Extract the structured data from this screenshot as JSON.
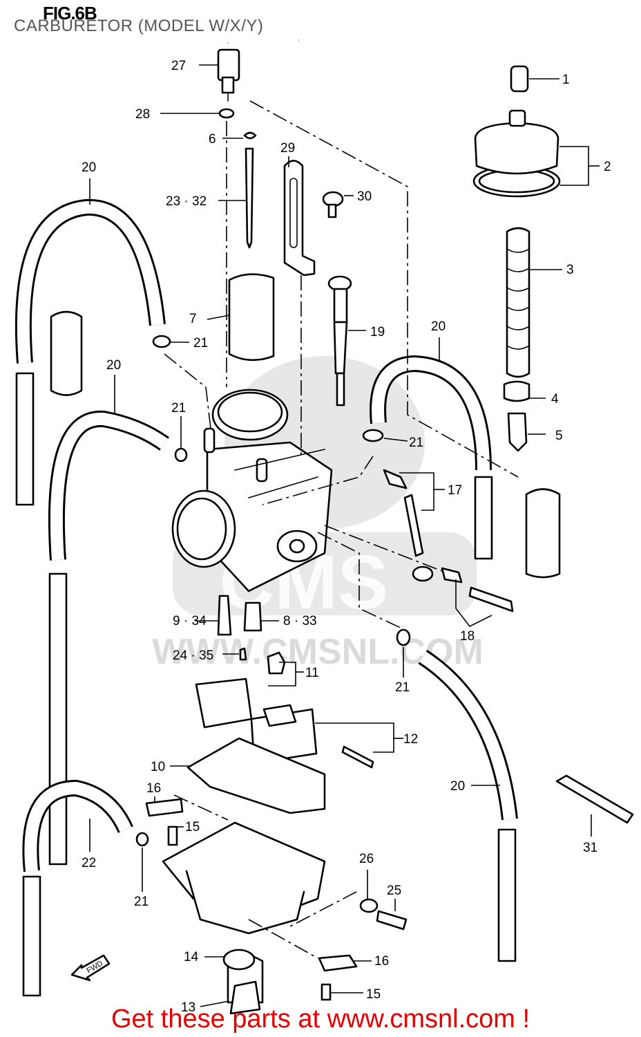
{
  "figure": {
    "title": "FIG.6B",
    "subtitle": "CARBURETOR (MODEL W/X/Y)"
  },
  "watermark": {
    "text": "WWW.CMSNL.COM",
    "brand": "CMS",
    "color": "#bdbdbd"
  },
  "labels": [
    {
      "id": "27",
      "text": "27"
    },
    {
      "id": "28",
      "text": "28"
    },
    {
      "id": "6",
      "text": "6"
    },
    {
      "id": "29",
      "text": "29"
    },
    {
      "id": "30",
      "text": "30"
    },
    {
      "id": "23-32",
      "text": "23 · 32"
    },
    {
      "id": "1",
      "text": "1"
    },
    {
      "id": "2",
      "text": "2"
    },
    {
      "id": "3",
      "text": "3"
    },
    {
      "id": "20a",
      "text": "20"
    },
    {
      "id": "7",
      "text": "7"
    },
    {
      "id": "21a",
      "text": "21"
    },
    {
      "id": "19",
      "text": "19"
    },
    {
      "id": "20b",
      "text": "20"
    },
    {
      "id": "20c",
      "text": "20"
    },
    {
      "id": "4",
      "text": "4"
    },
    {
      "id": "5",
      "text": "5"
    },
    {
      "id": "21b",
      "text": "21"
    },
    {
      "id": "21c",
      "text": "21"
    },
    {
      "id": "17",
      "text": "17"
    },
    {
      "id": "9-34",
      "text": "9 · 34"
    },
    {
      "id": "8-33",
      "text": "8 · 33"
    },
    {
      "id": "18",
      "text": "18"
    },
    {
      "id": "24-35",
      "text": "24 · 35"
    },
    {
      "id": "11",
      "text": "11"
    },
    {
      "id": "21d",
      "text": "21"
    },
    {
      "id": "12",
      "text": "12"
    },
    {
      "id": "10",
      "text": "10"
    },
    {
      "id": "20d",
      "text": "20"
    },
    {
      "id": "16a",
      "text": "16"
    },
    {
      "id": "15a",
      "text": "15"
    },
    {
      "id": "22",
      "text": "22"
    },
    {
      "id": "31",
      "text": "31"
    },
    {
      "id": "26",
      "text": "26"
    },
    {
      "id": "21e",
      "text": "21"
    },
    {
      "id": "25",
      "text": "25"
    },
    {
      "id": "14",
      "text": "14"
    },
    {
      "id": "16b",
      "text": "16"
    },
    {
      "id": "15b",
      "text": "15"
    },
    {
      "id": "13",
      "text": "13"
    }
  ],
  "fwd_arrow": {
    "text": "FWD"
  },
  "footer": {
    "text": "Get these parts at www.cmsnl.com !",
    "color": "#e00000"
  }
}
